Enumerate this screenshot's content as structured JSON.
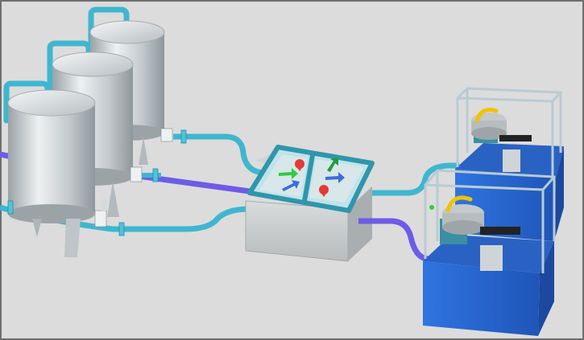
{
  "scene": {
    "type": "process-piping-3d-schematic",
    "colors": {
      "background": "#dcdcdc",
      "frame_border": "#6e6e6e",
      "tank_body": "#c9ced1",
      "pipe_cyan": "#3fb6cf",
      "pipe_purple": "#6c5ce7",
      "valve_box": "#d7dadb",
      "valve_frame": "#3a9fb4",
      "pump_base": "#2c6fd6",
      "arrow_green": "#2ecc40",
      "arrow_blue": "#3a6fd8",
      "arrow_red": "#e53935",
      "handle_yellow": "#f2c200"
    },
    "components": {
      "tanks": [
        "tank-1",
        "tank-2",
        "tank-3"
      ],
      "valve_manifold": "valve-box",
      "pumps": [
        "pump-unit-1",
        "pump-unit-2"
      ]
    }
  }
}
